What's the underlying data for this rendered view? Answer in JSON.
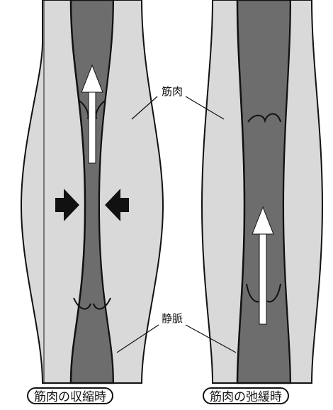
{
  "labels": {
    "muscle": "筋肉",
    "vein": "静脈"
  },
  "captions": {
    "contraction": "筋肉の収縮時",
    "relaxation": "筋肉の弛緩時"
  },
  "colors": {
    "muscle_fill": "#d9d9d9",
    "vein_fill": "#6d6d6d",
    "outline": "#111111",
    "arrow": "#ffffff",
    "squeeze_arrow": "#111111"
  },
  "icons": {
    "flow_arrow": "up-arrow-icon",
    "squeeze_arrow": "inward-arrow-icon",
    "valve": "vein-valve-icon"
  }
}
